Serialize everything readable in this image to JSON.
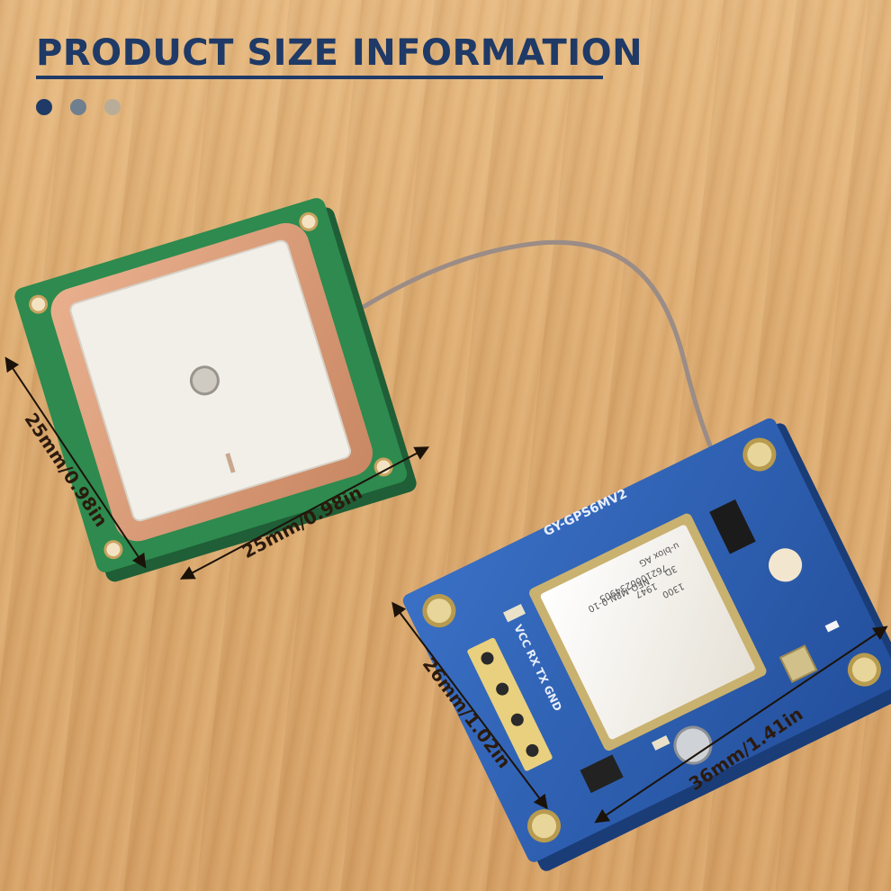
{
  "title": "PRODUCT SIZE INFORMATION",
  "colors": {
    "title": "#1f3a66",
    "dot_1": "#1f3a66",
    "dot_2": "#6f7f8f",
    "dot_3": "#b9ad98",
    "board": "#2d5fb3",
    "antenna_pcb": "#2e8a4e",
    "ceramic": "#e0a07c",
    "shield": "#f4f0e6",
    "cable": "#9b8c86"
  },
  "dimensions": {
    "antenna_height": "25mm/0.98in",
    "antenna_width": "25mm/0.98in",
    "board_height": "26mm/1.02in",
    "board_width": "36mm/1.41in"
  },
  "board_marks": {
    "silkscreen": "GY-GPS6MV2",
    "pins": "VCC RX TX GND",
    "chip_line1": "NEO-M8N-0-10",
    "chip_line2": "7621000234905",
    "chip_line3": "1947",
    "chip_line4": "u-blox AG",
    "chip_line5": "1300",
    "chip_line6": "3D"
  }
}
